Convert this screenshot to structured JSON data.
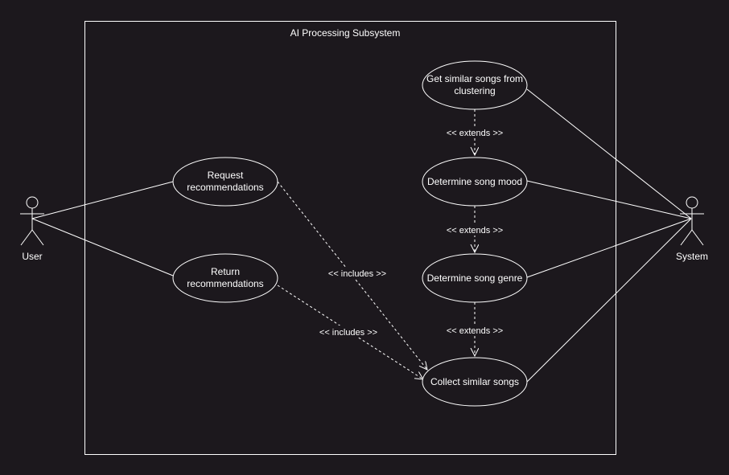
{
  "system_boundary": {
    "title": "AI Processing Subsystem"
  },
  "actors": {
    "user": "User",
    "system": "System"
  },
  "use_cases": {
    "request": [
      "Request",
      "recommendations"
    ],
    "return": [
      "Return",
      "recommendations"
    ],
    "clustering": [
      "Get similar songs from",
      "clustering"
    ],
    "mood": "Determine song mood",
    "genre": "Determine song genre",
    "collect": "Collect similar songs"
  },
  "relations": {
    "extends_1": "<< extends >>",
    "extends_2": "<< extends >>",
    "extends_3": "<< extends >>",
    "includes_1": "<< includes >>",
    "includes_2": "<< includes >>"
  },
  "colors": {
    "background": "#1c181d",
    "stroke": "#ffffff"
  }
}
